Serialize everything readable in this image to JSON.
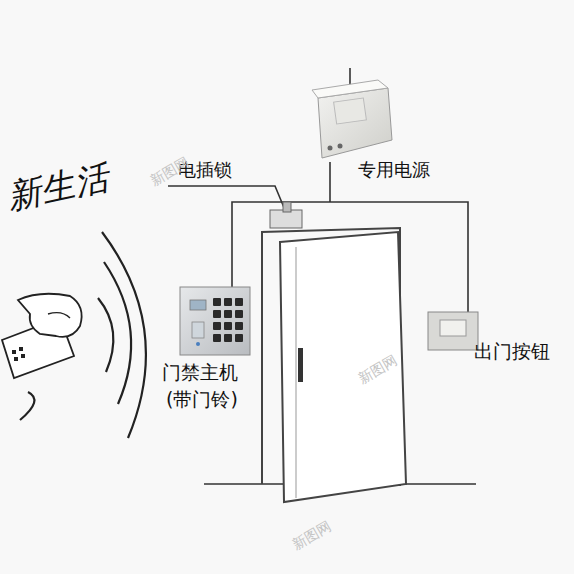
{
  "diagram": {
    "labels": [
      "新生活",
      "电插锁",
      "专用电源",
      "门禁主机",
      "(带门铃)",
      "出门按钮",
      "新图网",
      "新图网",
      "新图网"
    ]
  }
}
